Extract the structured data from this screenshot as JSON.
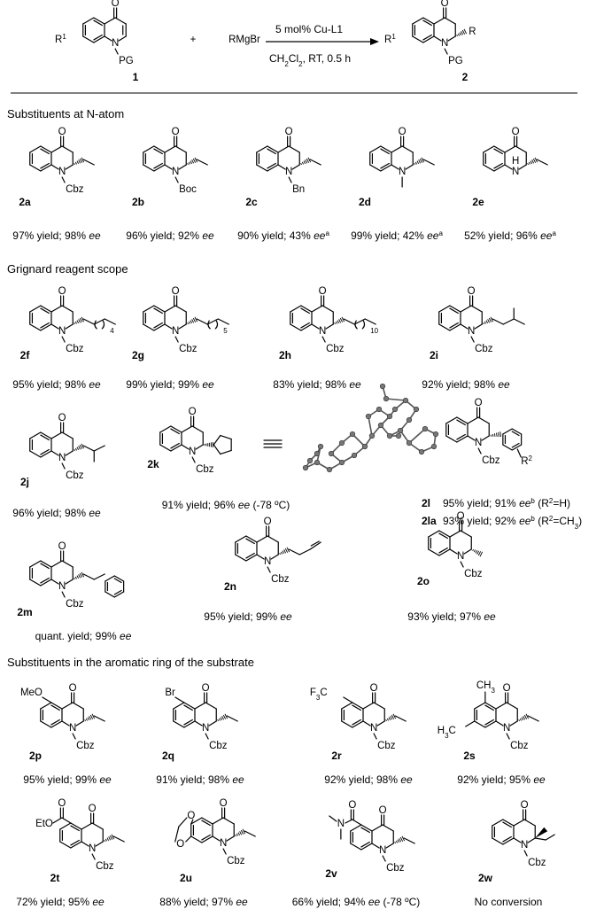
{
  "reaction": {
    "reactant_label": "1",
    "product_label": "2",
    "reactant_substituent": "R",
    "reactant_substituent_sup": "1",
    "reactant_pg": "PG",
    "plus": "+",
    "reagent": "RMgBr",
    "catalyst_prefix": "5 mol% Cu-",
    "catalyst_ligand": "L1",
    "solvent_main": "CH",
    "solvent_sub1": "2",
    "solvent_mid": "Cl",
    "solvent_sub2": "2",
    "solvent_tail": ", RT, 0.5 h",
    "product_r": "R",
    "product_pg": "PG"
  },
  "sections": [
    "Substituents at N-atom",
    "Grignard reagent scope",
    "Substituents in the aromatic ring of the substrate"
  ],
  "atoms": {
    "O": "O",
    "N": "N",
    "NH": "H",
    "Cbz": "Cbz",
    "Boc": "Boc",
    "Bn": "Bn",
    "R2": "R",
    "R2sup": "2",
    "CH3": "CH",
    "CH3sub": "3",
    "H3C": "H",
    "H3Csub": "3",
    "H3Ctail": "C",
    "MeO": "MeO",
    "Br": "Br",
    "F3C": "F",
    "F3Csub": "3",
    "F3Ctail": "C",
    "EtO": "EtO",
    "n4": "4",
    "n5": "5",
    "n10": "10"
  },
  "compounds": [
    {
      "id": "2a",
      "text": "97% yield; 98% ",
      "ee": "ee",
      "note": ""
    },
    {
      "id": "2b",
      "text": "96% yield; 92% ",
      "ee": "ee",
      "note": ""
    },
    {
      "id": "2c",
      "text": "90% yield; 43% ",
      "ee": "ee",
      "note": "a"
    },
    {
      "id": "2d",
      "text": "99% yield; 42% ",
      "ee": "ee",
      "note": "a"
    },
    {
      "id": "2e",
      "text": "52% yield; 96% ",
      "ee": "ee",
      "note": "a"
    },
    {
      "id": "2f",
      "text": "95% yield; 98% ",
      "ee": "ee",
      "note": ""
    },
    {
      "id": "2g",
      "text": "99% yield; 99% ",
      "ee": "ee",
      "note": ""
    },
    {
      "id": "2h",
      "text": "83% yield; 98% ",
      "ee": "ee",
      "note": ""
    },
    {
      "id": "2i",
      "text": "92% yield; 98% ",
      "ee": "ee",
      "note": ""
    },
    {
      "id": "2j",
      "text": "96% yield; 98% ",
      "ee": "ee",
      "note": ""
    },
    {
      "id": "2k",
      "text": "91% yield; 96% ",
      "ee": "ee",
      "note": "(-78 ºC)"
    },
    {
      "id": "2l",
      "text": "95% yield; 91% ",
      "ee": "ee",
      "sup": "b",
      "note": "(R",
      "note_sup": "2",
      "note_tail": "=H)"
    },
    {
      "id": "2la",
      "text": "93% yield; 92% ",
      "ee": "ee",
      "sup": "b",
      "note": "(R",
      "note_sup": "2",
      "note_tail": "=CH",
      "note_sub": "3",
      "note_end": ")"
    },
    {
      "id": "2m",
      "text": "quant. yield; 99% ",
      "ee": "ee",
      "note": ""
    },
    {
      "id": "2n",
      "text": "95% yield; 99% ",
      "ee": "ee",
      "note": ""
    },
    {
      "id": "2o",
      "text": "93% yield; 97% ",
      "ee": "ee",
      "note": ""
    },
    {
      "id": "2p",
      "text": "95% yield; 99% ",
      "ee": "ee",
      "note": ""
    },
    {
      "id": "2q",
      "text": "91% yield; 98% ",
      "ee": "ee",
      "note": ""
    },
    {
      "id": "2r",
      "text": "92% yield; 98% ",
      "ee": "ee",
      "note": ""
    },
    {
      "id": "2s",
      "text": "92% yield; 95% ",
      "ee": "ee",
      "note": ""
    },
    {
      "id": "2t",
      "text": "72% yield; 95% ",
      "ee": "ee",
      "note": ""
    },
    {
      "id": "2u",
      "text": "88% yield; 97% ",
      "ee": "ee",
      "note": ""
    },
    {
      "id": "2v",
      "text": "66% yield; 94% ",
      "ee": "ee",
      "note": "(-78 ºC)"
    },
    {
      "id": "2w",
      "text": "No conversion",
      "ee": "",
      "note": ""
    }
  ]
}
